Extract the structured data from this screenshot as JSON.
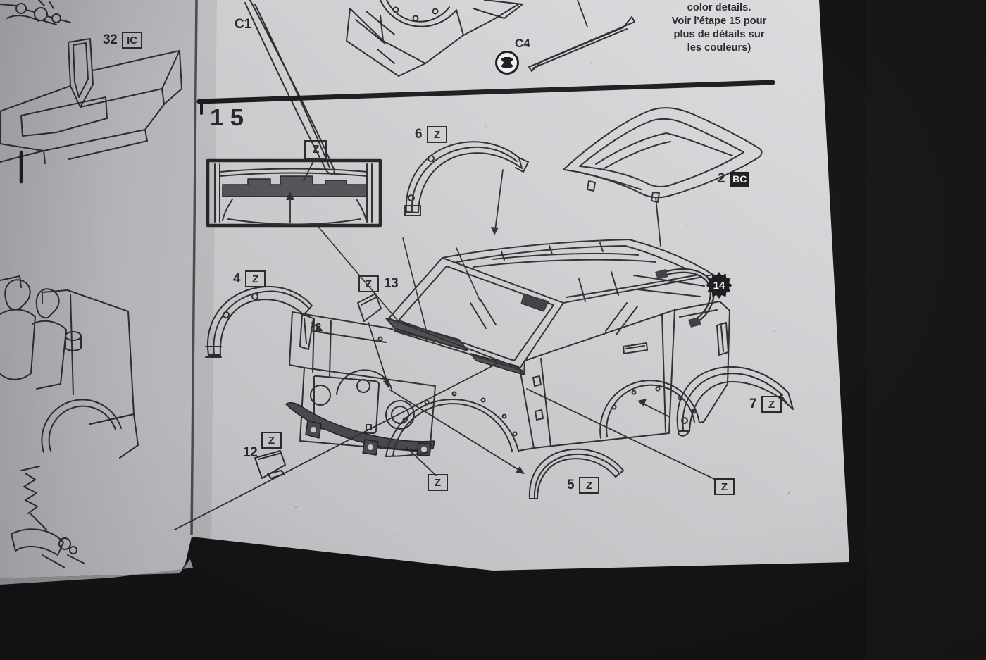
{
  "prev_step": {
    "note_lines": [
      "color details.",
      "Voir l'étape 15 pour",
      "plus de détails sur",
      "les couleurs)"
    ],
    "part32": {
      "number": "32",
      "code": "IC"
    },
    "c1": "C1",
    "c4": "C4"
  },
  "step15": {
    "number": "15",
    "inset_code": "Z",
    "part6": {
      "number": "6",
      "code": "Z"
    },
    "part2": {
      "number": "2",
      "code": "BC"
    },
    "part4": {
      "number": "4",
      "code": "Z"
    },
    "part13": {
      "number": "13",
      "code": "Z"
    },
    "badge": "14",
    "part7": {
      "number": "7",
      "code": "Z"
    },
    "part12": {
      "number": "12",
      "code": "Z"
    },
    "bumper_z": "Z",
    "part5": {
      "number": "5",
      "code": "Z"
    },
    "body_z": "Z"
  },
  "colors": {
    "paper": "#cbcacd",
    "paper_left": "#b2b0b4",
    "background": "#141414",
    "ink": "#2d2d30",
    "shaded_part": "#4b4a4e"
  }
}
